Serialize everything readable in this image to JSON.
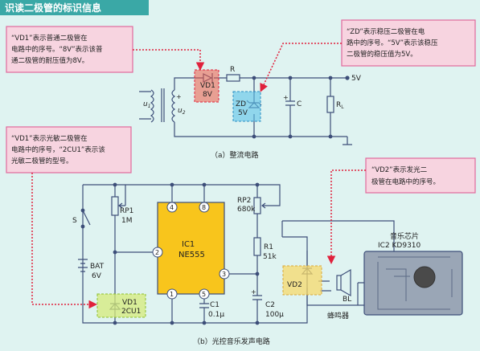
{
  "header": {
    "title": "识读二极管的标识信息"
  },
  "notes": {
    "vd1_a": [
      "“VD1”表示普通二极管在",
      "电路中的序号。“8V”表示该普",
      "通二极管的耐压值为8V。"
    ],
    "zd": [
      "“ZD”表示稳压二极管在电",
      "路中的序号。“5V”表示该稳压",
      "二极管的稳压值为5V。"
    ],
    "vd1_b": [
      "“VD1”表示光敏二极管在",
      "电路中的序号，“2CU1”表示该",
      "光敏二极管的型号。"
    ],
    "vd2": [
      "“VD2”表示发光二",
      "极管在电路中的序号。"
    ]
  },
  "circuit_a": {
    "caption": "（a）整流电路",
    "u1": "u",
    "u1_sub": "1",
    "u2": "u",
    "u2_sub": "2",
    "vd1_name": "VD1",
    "vd1_value": "8V",
    "r_label": "R",
    "zd_name": "ZD",
    "zd_value": "5V",
    "c_label": "C",
    "rl_label": "R",
    "rl_sub": "L",
    "out_label": "5V",
    "plus": "+"
  },
  "circuit_b": {
    "caption": "（b）光控音乐发声电路",
    "switch": "S",
    "bat_name": "BAT",
    "bat_value": "6V",
    "rp1_name": "RP1",
    "rp1_value": "1M",
    "vd1_name": "VD1",
    "vd1_value": "2CU1",
    "ic1_name": "IC1",
    "ic1_value": "NE555",
    "pins": [
      "4",
      "8",
      "2",
      "3",
      "1",
      "5"
    ],
    "c1_name": "C1",
    "c1_value": "0.1μ",
    "rp2_name": "RP2",
    "rp2_value": "680k",
    "r1_name": "R1",
    "r1_value": "51k",
    "c2_name": "C2",
    "c2_value": "100μ",
    "vd2_name": "VD2",
    "chip_title": "音乐芯片",
    "chip_name": "IC2 KD9310",
    "bl_label": "BL",
    "buzzer_label": "蜂鸣器",
    "plus": "+"
  },
  "colors": {
    "background": "#dff3f1",
    "header": "#3aa8a6",
    "note_fill": "#f7d4e0",
    "note_border": "#e06a9c",
    "red_box": "#ef5a46",
    "blue_box": "#5bc3ea",
    "yellow_box": "#f7d96b",
    "ic": "#f8c51c",
    "chip": "#9aa6b6",
    "wire": "#3d4e79",
    "arrow": "#e0213c"
  }
}
